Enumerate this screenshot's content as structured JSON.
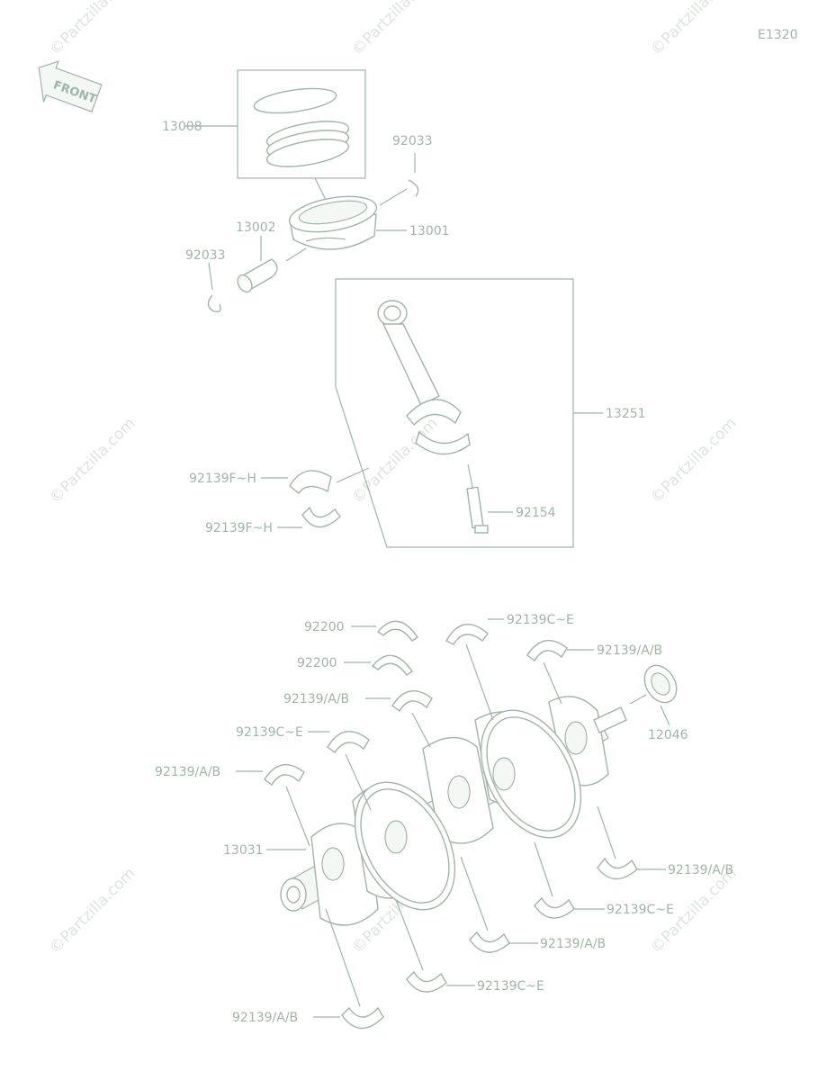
{
  "diagram_code": "E1320",
  "front_arrow_label": "FRONT",
  "watermark": "©Partzilla.com",
  "labels": {
    "p13008": "13008",
    "p92033a": "92033",
    "p13002": "13002",
    "p13001": "13001",
    "p92033b": "92033",
    "p13251": "13251",
    "p92139FH_a": "92139F~H",
    "p92139FH_b": "92139F~H",
    "p92154": "92154",
    "p92200_a": "92200",
    "p92139CE_top": "92139C~E",
    "p92200_b": "92200",
    "p92139AB_top": "92139/A/B",
    "p92139AB_a": "92139/A/B",
    "p12046": "12046",
    "p92139CE_a": "92139C~E",
    "p92139AB_b": "92139/A/B",
    "p13031": "13031",
    "p92139AB_r1": "92139/A/B",
    "p92139CE_r1": "92139C~E",
    "p92139AB_r2": "92139/A/B",
    "p92139CE_r2": "92139C~E",
    "p92139AB_bot": "92139/A/B"
  },
  "colors": {
    "line": "#9fb5a6",
    "watermark": "#dbe5de"
  }
}
